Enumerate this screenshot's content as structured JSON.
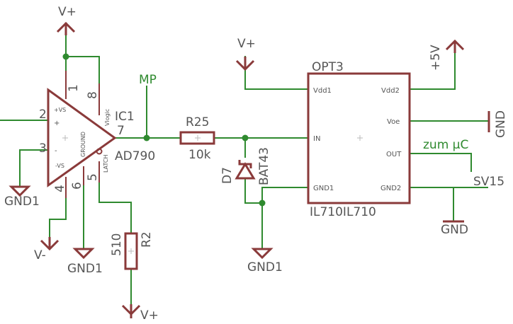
{
  "ic1": {
    "name": "IC1",
    "value": "AD790",
    "pins": {
      "p1": "1",
      "p2": "2",
      "p3": "3",
      "p4": "4",
      "p5": "5",
      "p6": "6",
      "p7": "7",
      "p8": "8"
    },
    "pin_labels": {
      "plus_vs": "+VS",
      "minus_vs": "-VS",
      "vlogic": "Vlogic",
      "ground": "GROUND",
      "latch": "LATCH",
      "plus": "+",
      "minus": "-"
    }
  },
  "r25": {
    "name": "R25",
    "value": "10k"
  },
  "r2": {
    "name": "R2",
    "value": "510"
  },
  "d7": {
    "name": "D7",
    "value": "BAT43"
  },
  "opt3": {
    "name": "OPT3",
    "value": "IL710IL710",
    "pins": {
      "vdd1": "Vdd1",
      "vdd2": "Vdd2",
      "voe": "Voe",
      "in": "IN",
      "out": "OUT",
      "gnd1": "GND1",
      "gnd2": "GND2"
    }
  },
  "supplies": {
    "vplus_top": "V+",
    "vplus_opt": "V+",
    "vplus_r2": "V+",
    "vminus": "V-",
    "plus5v": "+5V",
    "gnd1_left": "GND1",
    "gnd1_mid": "GND1",
    "gnd1_d7": "GND1",
    "gnd_voe": "GND",
    "gnd_bottom": "GND"
  },
  "nets": {
    "mp": "MP",
    "zum_uc": "zum µC",
    "sv15": "SV15"
  }
}
